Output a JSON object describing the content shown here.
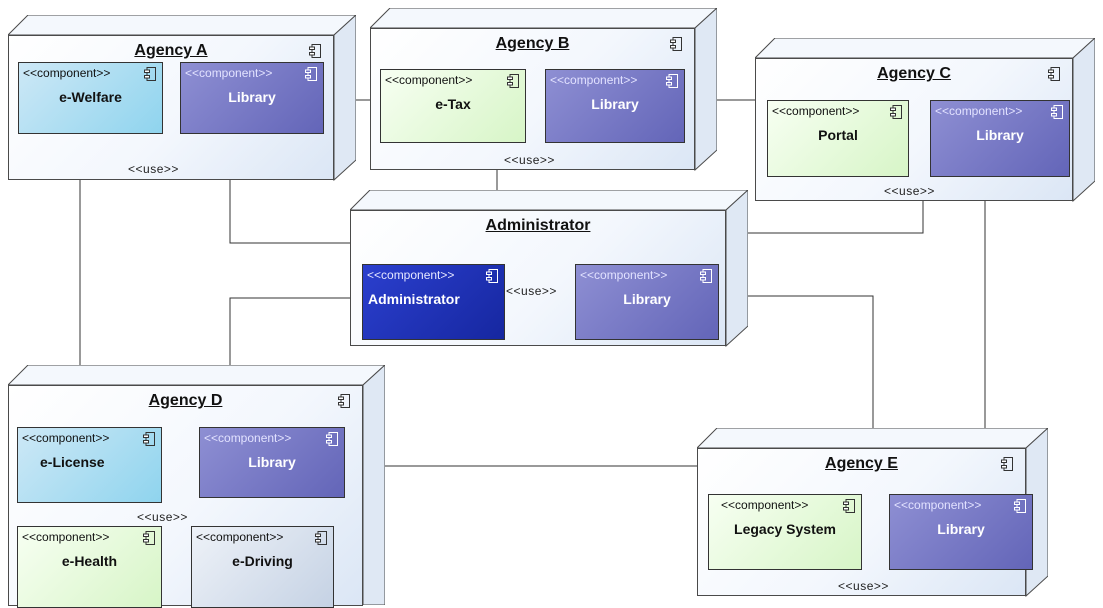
{
  "stereotypes": {
    "component": "<<component>>",
    "use": "<<use>>"
  },
  "icons": {
    "node": "component-icon",
    "component": "component-icon"
  },
  "colors": {
    "blue_component": "#8fd4ee",
    "green_component": "#d7f5c7",
    "library_component": "#6d6fbf",
    "admin_component": "#1f33b8",
    "node_face": "#eef4fb"
  },
  "nodes": {
    "agency_a": {
      "title": "Agency A",
      "comp1": "e-Welfare",
      "comp2": "Library"
    },
    "agency_b": {
      "title": "Agency B",
      "comp1": "e-Tax",
      "comp2": "Library"
    },
    "agency_c": {
      "title": "Agency C",
      "comp1": "Portal",
      "comp2": "Library"
    },
    "administrator": {
      "title": "Administrator",
      "comp1": "Administrator",
      "comp2": "Library"
    },
    "agency_d": {
      "title": "Agency D",
      "comp1": "e-License",
      "comp2": "Library",
      "comp3": "e-Health",
      "comp4": "e-Driving"
    },
    "agency_e": {
      "title": "Agency E",
      "comp1": "Legacy System",
      "comp2": "Library"
    }
  }
}
